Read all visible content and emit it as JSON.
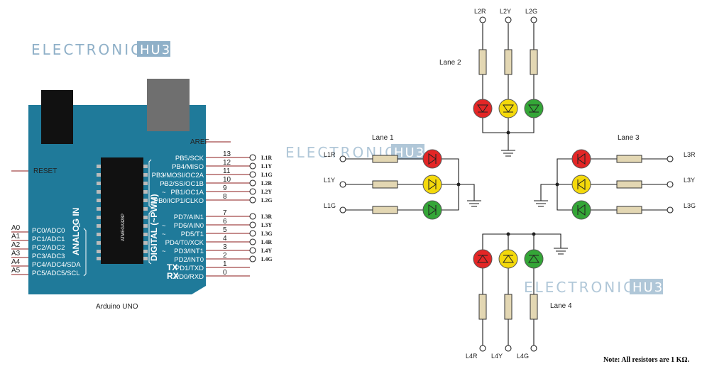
{
  "watermark": {
    "text": "ELECTRONICS",
    "brand": "HU3"
  },
  "arduino": {
    "label": "Arduino UNO",
    "chip": "ATMEGA328P",
    "aref": "AREF",
    "reset": "RESET",
    "analog_title": "ANALOG IN",
    "digital_title": "DIGITAL (~PWM)",
    "tx": "TX",
    "rx": "RX",
    "analog_pins": [
      {
        "ext": "A0",
        "name": "PC0/ADC0"
      },
      {
        "ext": "A1",
        "name": "PC1/ADC1"
      },
      {
        "ext": "A2",
        "name": "PC2/ADC2"
      },
      {
        "ext": "A3",
        "name": "PC3/ADC3"
      },
      {
        "ext": "A4",
        "name": "PC4/ADC4/SDA"
      },
      {
        "ext": "A5",
        "name": "PC5/ADC5/SCL"
      }
    ],
    "digital_pins": [
      {
        "num": "13",
        "name": "PB5/SCK",
        "net": "L1R",
        "pwm": false
      },
      {
        "num": "12",
        "name": "PB4/MISO",
        "net": "L1Y",
        "pwm": false
      },
      {
        "num": "11",
        "name": "PB3/MOSI/OC2A",
        "net": "L1G",
        "pwm": true
      },
      {
        "num": "10",
        "name": "PB2/SS/OC1B",
        "net": "L2R",
        "pwm": true
      },
      {
        "num": "9",
        "name": "PB1/OC1A",
        "net": "L2Y",
        "pwm": true
      },
      {
        "num": "8",
        "name": "PB0/ICP1/CLKO",
        "net": "L2G",
        "pwm": false
      },
      {
        "num": "7",
        "name": "PD7/AIN1",
        "net": "L3R",
        "pwm": false
      },
      {
        "num": "6",
        "name": "PD6/AIN0",
        "net": "L3Y",
        "pwm": true
      },
      {
        "num": "5",
        "name": "PD5/T1",
        "net": "L3G",
        "pwm": true
      },
      {
        "num": "4",
        "name": "PD4/T0/XCK",
        "net": "L4R",
        "pwm": false
      },
      {
        "num": "3",
        "name": "PD3/INT1",
        "net": "L4Y",
        "pwm": true
      },
      {
        "num": "2",
        "name": "PD2/INT0",
        "net": "L4G",
        "pwm": false
      },
      {
        "num": "1",
        "name": "PD1/TXD",
        "net": "",
        "pwm": false
      },
      {
        "num": "0",
        "name": "PD0/RXD",
        "net": "",
        "pwm": false
      }
    ]
  },
  "lanes": {
    "lane1": {
      "label": "Lane 1",
      "r": "L1R",
      "y": "L1Y",
      "g": "L1G"
    },
    "lane2": {
      "label": "Lane 2",
      "r": "L2R",
      "y": "L2Y",
      "g": "L2G"
    },
    "lane3": {
      "label": "Lane 3",
      "r": "L3R",
      "y": "L3Y",
      "g": "L3G"
    },
    "lane4": {
      "label": "Lane 4",
      "r": "L4R",
      "y": "L4Y",
      "g": "L4G"
    }
  },
  "colors": {
    "board": "#1f7a9a",
    "red_led": "#e32626",
    "yellow_led": "#f4d90b",
    "green_led": "#34a637",
    "resistor": "#e3d7b3"
  },
  "note": "Note: All resistors are 1 KΩ."
}
